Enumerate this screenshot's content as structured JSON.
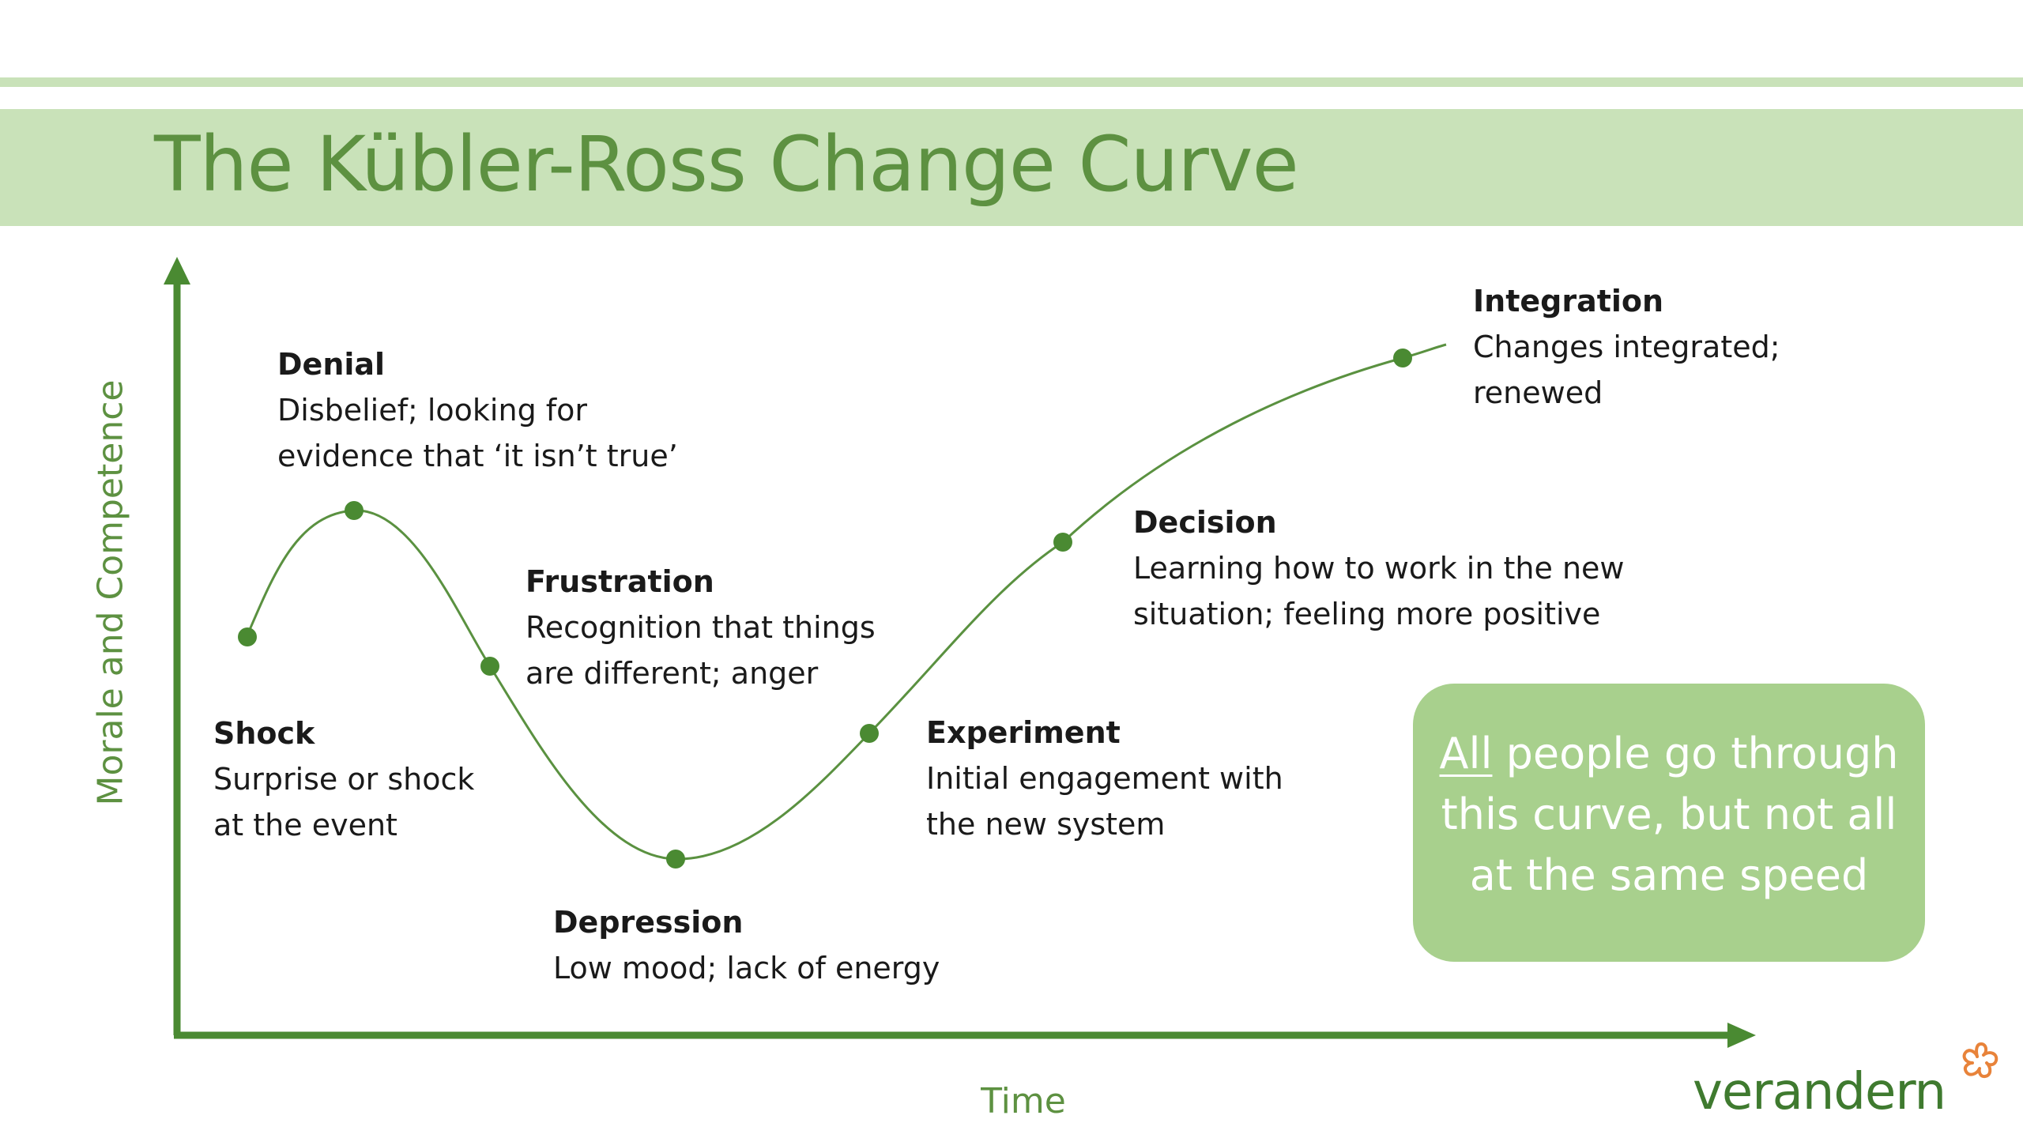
{
  "title": "The Kübler-Ross Change Curve",
  "axes": {
    "ylabel": "Morale and Competence",
    "xlabel": "Time"
  },
  "stages": [
    {
      "name": "Shock",
      "lines": [
        "Surprise or shock",
        "at the event"
      ]
    },
    {
      "name": "Denial",
      "lines": [
        "Disbelief; looking for",
        "evidence that ‘it isn’t true’"
      ]
    },
    {
      "name": "Frustration",
      "lines": [
        "Recognition that things",
        "are different; anger"
      ]
    },
    {
      "name": "Depression",
      "lines": [
        "Low mood; lack of energy"
      ]
    },
    {
      "name": "Experiment",
      "lines": [
        "Initial engagement with",
        "the new system"
      ]
    },
    {
      "name": "Decision",
      "lines": [
        "Learning how to work in the new",
        "situation; feeling more positive"
      ]
    },
    {
      "name": "Integration",
      "lines": [
        "Changes integrated;",
        "renewed"
      ]
    }
  ],
  "callout": {
    "emphasis": "All",
    "line1_rest": " people go through",
    "line2": "this curve, but not all",
    "line3": "at the same speed"
  },
  "logo": {
    "text": "verandern"
  },
  "colors": {
    "band": "#c9e2b9",
    "axis": "#4a8a32",
    "curve": "#5a9140",
    "title": "#5d9141",
    "callout": "#a8d08d",
    "logo": "#3f7a2f",
    "logo_mark": "#e8833a"
  }
}
